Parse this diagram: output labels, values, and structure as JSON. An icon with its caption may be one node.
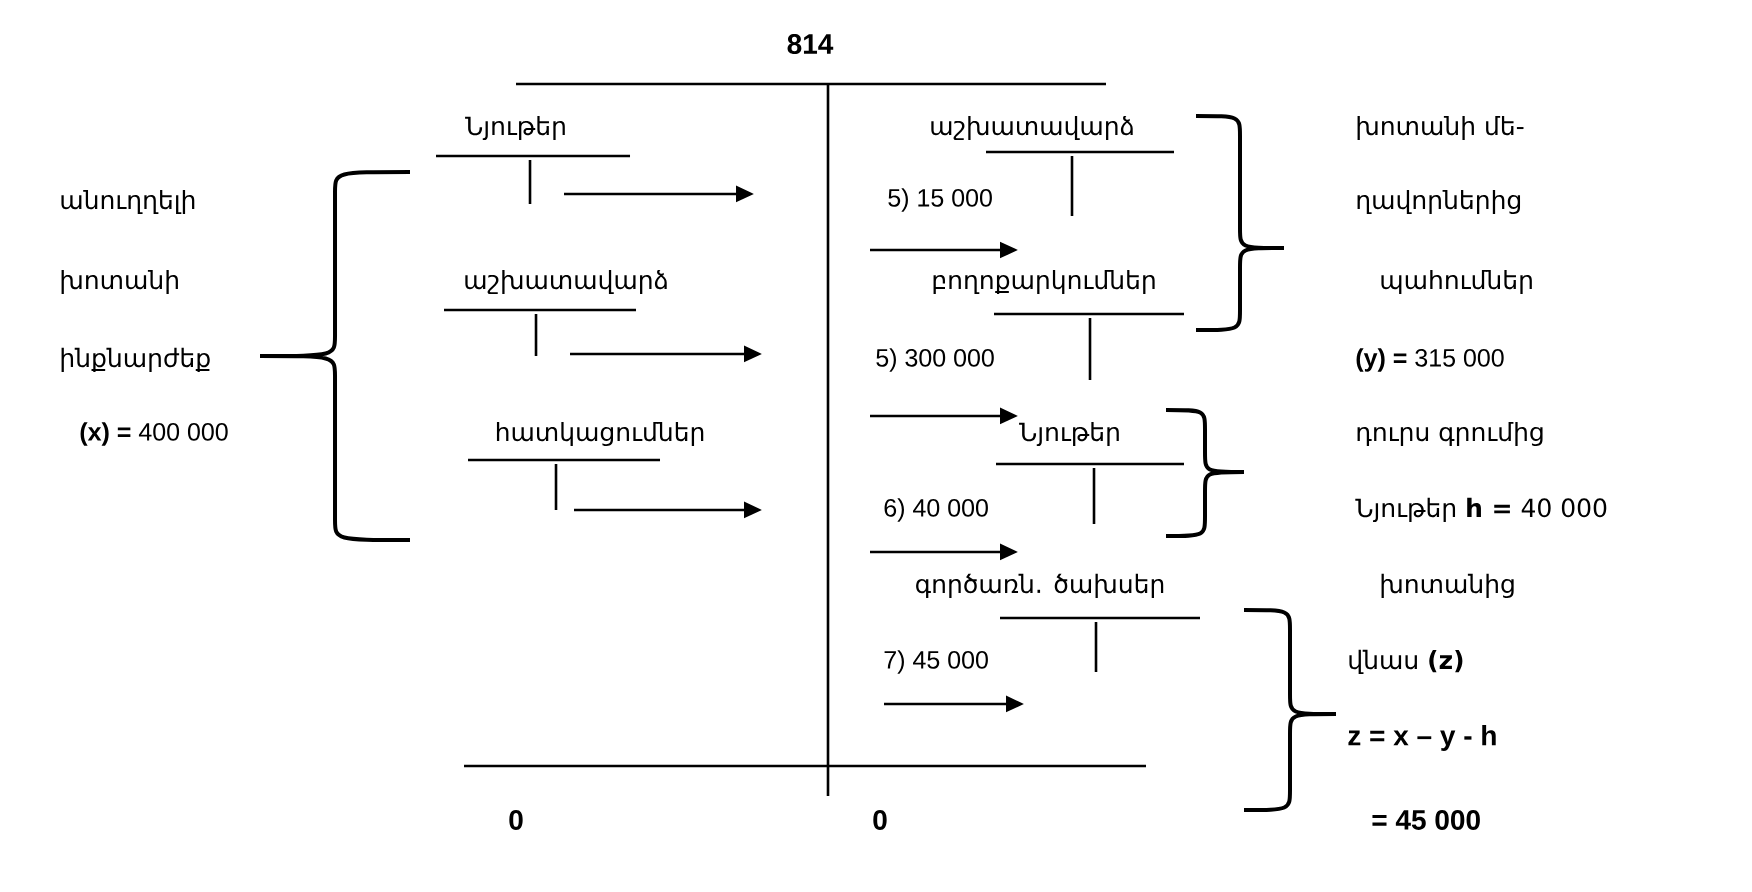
{
  "diagram": {
    "labels": [
      "814",
      "Նյութեր",
      "աշխատավարձ",
      "խոտանի մե-",
      "անուղղելի",
      "5) 15 000",
      "ղավորներից",
      "խոտանի",
      "աշխատավարձ",
      "բողոքարկումներ",
      "պահումներ",
      "ինքնարժեք",
      "5) 300 000",
      "**(y) =** 315 000",
      "**(x) =** 400 000",
      "հատկացումներ",
      "Նյութեր",
      "դուրս գրումից",
      "6) 40 000",
      "Նյութեր **h =** 40 000",
      "գործառն. ծախսեր",
      "խոտանից",
      "7) 45 000",
      "վնաս **(z)**",
      "z = x – y - h",
      "0",
      "0",
      "= 45 000"
    ]
  }
}
